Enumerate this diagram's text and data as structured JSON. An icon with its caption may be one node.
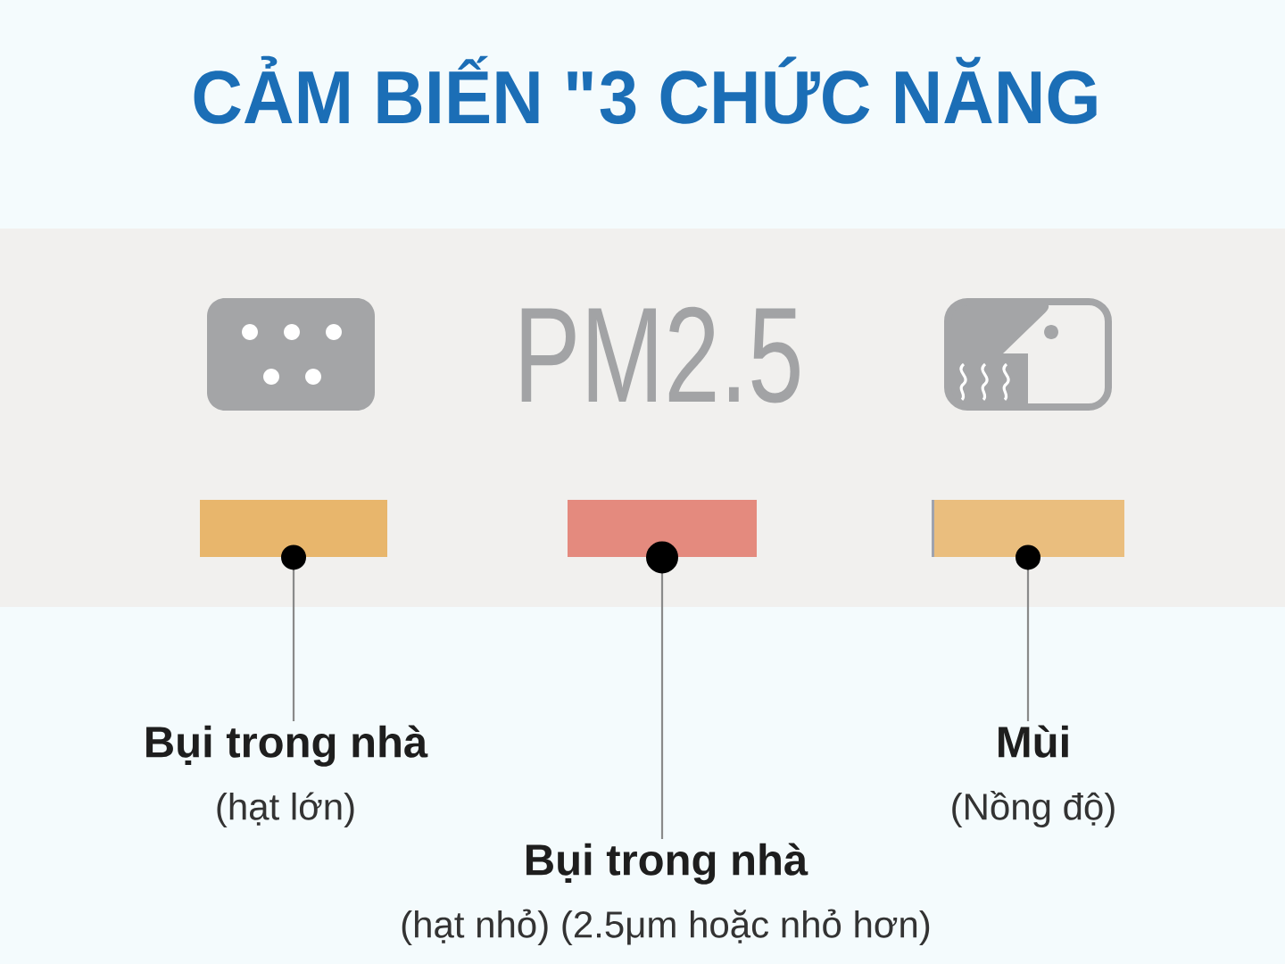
{
  "diagram": {
    "title": "CẢM BIẾN \"3 CHỨC NĂNG",
    "nodes": [
      {
        "text": [],
        "shape": "bar"
      },
      {
        "text": [],
        "shape": "bar"
      },
      {
        "text": [],
        "shape": "bar"
      },
      {
        "text": [
          "Bụi trong nhà",
          "(hạt lớn)"
        ]
      },
      {
        "text": [
          "Mùi",
          "(Nồng độ)"
        ]
      },
      {
        "text": [
          "Bụi trong nhà",
          "(hạt nhỏ) (2.5μm hoặc nhỏ hơn)"
        ]
      }
    ],
    "edges": [
      {
        "from": 3,
        "to": 0,
        "arrow": "other"
      },
      {
        "from": 5,
        "to": 1,
        "arrow": "other"
      },
      {
        "from": 4,
        "to": 2,
        "arrow": "other"
      }
    ],
    "labels": [
      "PM2.5"
    ]
  }
}
